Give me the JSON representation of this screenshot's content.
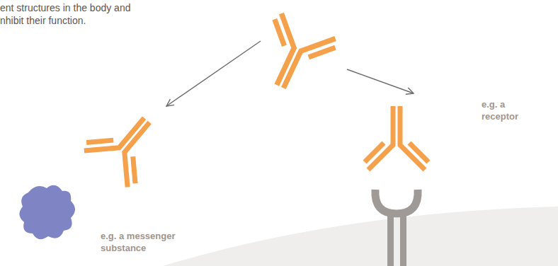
{
  "diagram": {
    "labels": [
      "ent structures in the body and nhibit their function.",
      "e.g. a messenger substance",
      "e.g. a receptor"
    ]
  }
}
